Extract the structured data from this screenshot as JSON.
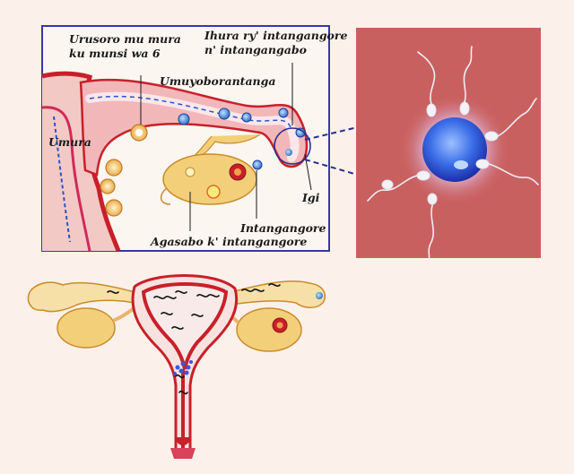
{
  "labels": {
    "ovulation_day6": [
      "Urusoro mu mura",
      "ku munsi wa 6"
    ],
    "fertilization": [
      "Ihura ry' intangangore",
      "n' intangangabo"
    ],
    "fallopian_tube": "Umuyoborantanga",
    "uterus": "Umura",
    "egg": "Igi",
    "ovum": "Intangangore",
    "ovary": "Agasabo k' intangangore"
  },
  "colors": {
    "frame_border": "#3a36a8",
    "zoom_box": "#c96060",
    "tube_wall": "#e8a0a4",
    "tissue_yellow": "#f3cf7a",
    "red_lining": "#c8202a",
    "egg_blue": "#3a6ee8",
    "dashed_line": "#2b2e8f"
  },
  "icons": {
    "zoom_detail": "egg-with-sperm-icon",
    "uterus": "uterus-diagram-icon"
  }
}
